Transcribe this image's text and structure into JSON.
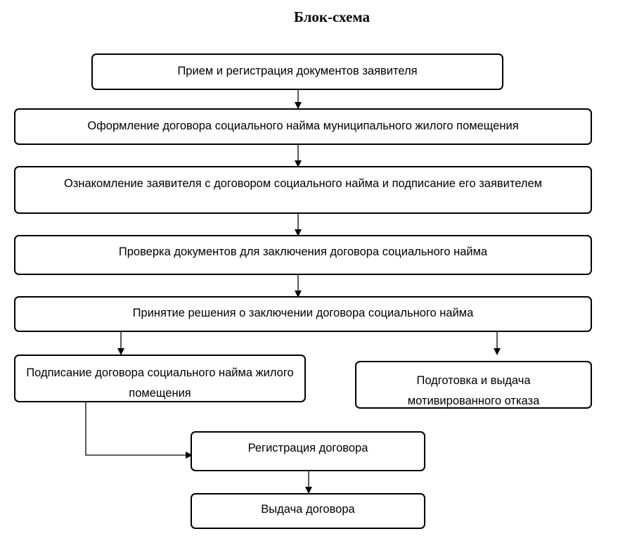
{
  "title": "Блок-схема",
  "steps": {
    "reception": "Прием  и регистрация документов заявителя",
    "drafting": "Оформление договора социального найма муниципального жилого помещения",
    "familiarization": "Ознакомление заявителя с договором социального найма и подписание его заявителем",
    "verification": "Проверка документов для заключения  договора социального найма",
    "decision": "Принятие решения о заключении договора социального найма",
    "signing": "Подписание договора социального найма жилого помещения",
    "refusal": "Подготовка и выдача мотивированного отказа",
    "registration": "Регистрация договора",
    "issuance": "Выдача договора"
  }
}
